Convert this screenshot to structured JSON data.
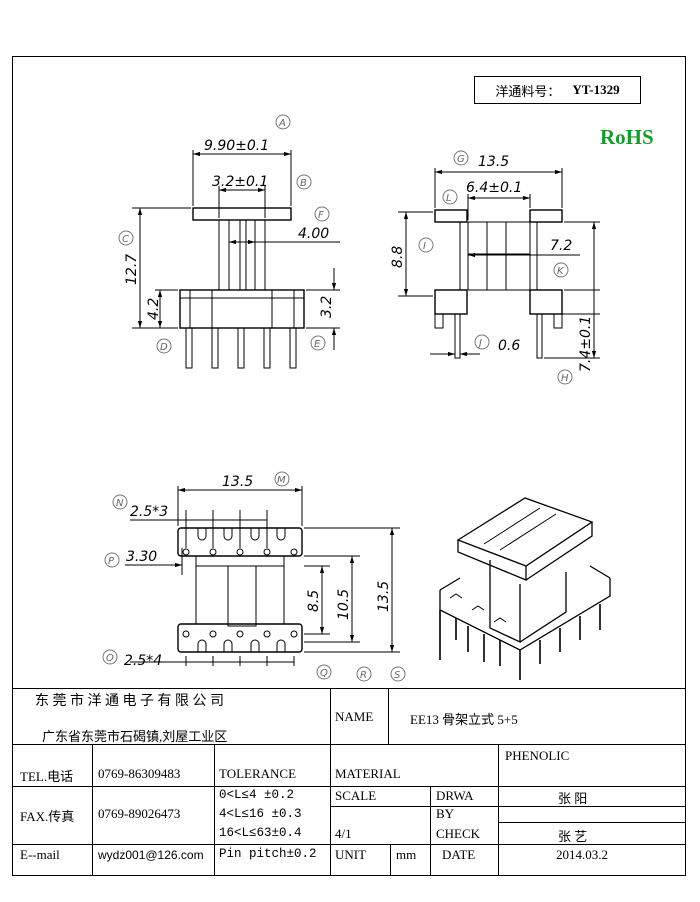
{
  "header": {
    "part_label": "洋通料号：",
    "part_number": "YT-1329",
    "rohs": "RoHS"
  },
  "views": {
    "front": {
      "width_top": "9.90±0.1",
      "width_inner": "3.2±0.1",
      "core_width": "4.00",
      "height_total": "12.7",
      "height_base": "4.2",
      "base_thick": "3.2",
      "callouts": [
        "A",
        "B",
        "C",
        "D",
        "E",
        "F"
      ]
    },
    "side": {
      "width_top": "13.5",
      "width_inner": "6.4±0.1",
      "height_flange": "8.8",
      "height_core": "7.2",
      "pin_dia": "0.6",
      "pin_len": "7.4±0.1",
      "callouts": [
        "G",
        "L",
        "I",
        "J",
        "K",
        "H"
      ]
    },
    "bottom": {
      "width": "13.5",
      "pin_pitch": "2.5*3",
      "row_offset": "3.30",
      "d1": "8.5",
      "d2": "10.5",
      "d3": "13.5",
      "pitch_lower": "2.5*4",
      "callouts": [
        "M",
        "N",
        "P",
        "O",
        "Q",
        "R",
        "S"
      ]
    }
  },
  "title_block": {
    "company": "东 莞 市 洋 通 电 子 有 限 公 司",
    "address": "广东省东莞市石碣镇,刘屋工业区",
    "name_label": "NAME",
    "name_value": "EE13  骨架立式 5+5",
    "tel_label": "TEL.电话",
    "tel_value": "0769-86309483",
    "tolerance_label": "TOLERANCE",
    "material_label": "MATERIAL",
    "material_value": "PHENOLIC",
    "fax_label": "FAX.传真",
    "fax_value": "0769-89026473",
    "tol1": "0<L≤4   ±0.2",
    "tol2": "4<L≤16  ±0.3",
    "tol3": "16<L≤63±0.4",
    "tol4": "Pin pitch±0.2",
    "scale_label": "SCALE",
    "scale_value": "4/1",
    "draw_label_1": "DRWA",
    "draw_label_2": "BY",
    "draw_value": "张 阳",
    "check_label": "CHECK",
    "check_value": "张 艺",
    "email_label": "E--mail",
    "email_value": "wydz001@126.com",
    "unit_label": "UNIT",
    "unit_value": "mm",
    "date_label": "DATE",
    "date_value": "2014.03.2"
  }
}
